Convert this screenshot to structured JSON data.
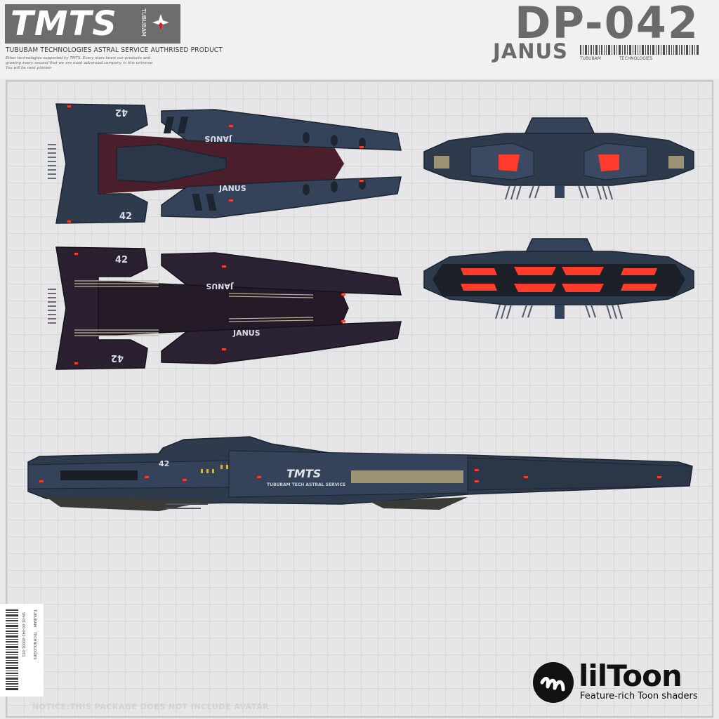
{
  "brand": {
    "logo": "TMTS",
    "logo_vertical": "TUBUBAM",
    "authorised": "TUBUBAM TECHNOLOGIES ASTRAL SERVICE AUTHRISED PRODUCT",
    "fine_print": "Ether technologies supported by TMTS. Every stars knew our products and growing every second that we are most advanced company in this universe. You will be next pioneer"
  },
  "model": {
    "code": "DP-042",
    "name": "JANUS",
    "barcode_label_1": "TUBUBAM",
    "barcode_label_2": "TECHNOLOGIES"
  },
  "ship": {
    "hull_text": "JANUS",
    "number": "42",
    "side_logo": "TMTS",
    "side_subtitle": "TUBUBAM TECH ASTRAL SERVICE"
  },
  "sticker": {
    "line1": "TUBUBAM",
    "line2": "TECHNOLOGIES",
    "line3": "SN-01-00-042-00001-001"
  },
  "notice": "NOTICE:THIS PACKAGE DOES NOT INCLUDE AVATAR",
  "liltoon": {
    "name": "lilToon",
    "tagline": "Feature-rich Toon shaders"
  },
  "colors": {
    "hull": "#2e3b4d",
    "hull_dark": "#1f2834",
    "red_deck": "#4a1e2a",
    "glow": "#ff3b2b",
    "brand_gray": "#6d6d6f",
    "brand_red": "#c8202a"
  }
}
